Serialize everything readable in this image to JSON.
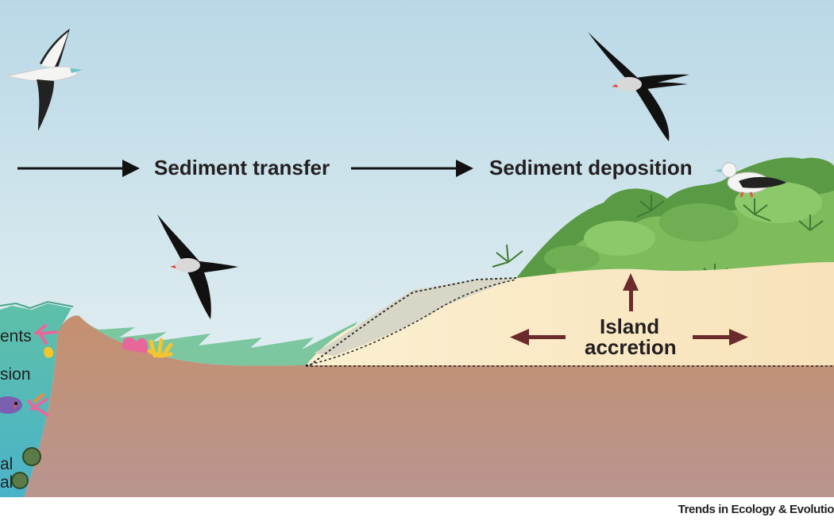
{
  "labels": {
    "transfer": "Sediment transfer",
    "deposition": "Sediment deposition",
    "accretion_line1": "Island",
    "accretion_line2": "accretion"
  },
  "side_labels": {
    "line1": "ents",
    "line2": "sion",
    "line3": "al",
    "line4": "al"
  },
  "credit": "Trends in Ecology & Evolutio",
  "colors": {
    "sky_top": "#b9d8e6",
    "sky_bottom": "#eaf3f4",
    "water": "#7cc6a0",
    "seabed": "#c18d72",
    "sand": "#f9e6c0",
    "arrow_dark": "#6b2a2c",
    "vegetation": "#6aa84f"
  },
  "icons": [
    "red-footed-booby-flying",
    "frigatebird",
    "red-footed-booby-perched",
    "vegetation",
    "coral",
    "fish"
  ]
}
